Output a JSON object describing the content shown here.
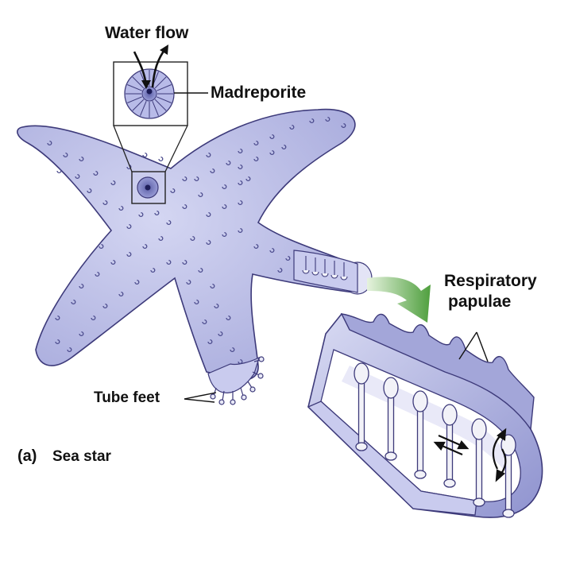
{
  "labels": {
    "water_flow": "Water flow",
    "madreporite": "Madreporite",
    "respiratory_papulae_line1": "Respiratory",
    "respiratory_papulae_line2": "papulae",
    "tube_feet": "Tube feet"
  },
  "caption": {
    "letter": "(a)",
    "text": "Sea star"
  },
  "colors": {
    "body_fill": "#bcbfe6",
    "body_stroke": "#3d3a7a",
    "pore_ring": "#4a4a8c",
    "arrow_green": "#5aa84a",
    "foot_fill": "#f2f2f8"
  }
}
